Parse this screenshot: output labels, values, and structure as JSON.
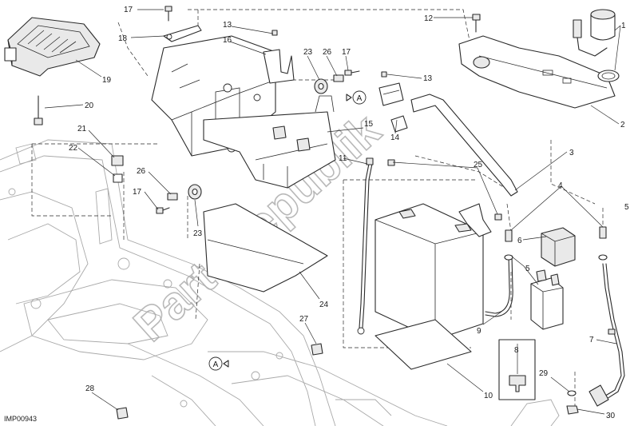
{
  "diagram": {
    "reference_code": "IMP00943",
    "watermark": "PartsRepublik",
    "view_marker": "A",
    "callouts": [
      "1",
      "2",
      "3",
      "4",
      "5",
      "6",
      "7",
      "8",
      "9",
      "10",
      "11",
      "12",
      "13",
      "14",
      "15",
      "16",
      "17",
      "18",
      "19",
      "20",
      "21",
      "22",
      "23",
      "24",
      "25",
      "26",
      "27",
      "28",
      "29",
      "30"
    ]
  }
}
